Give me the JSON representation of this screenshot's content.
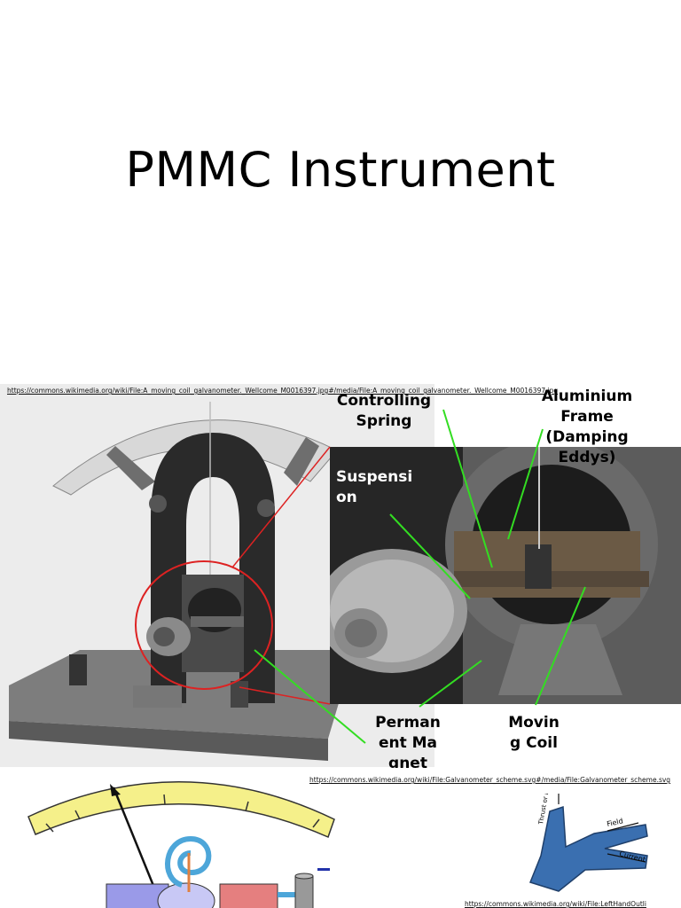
{
  "slide": {
    "title": "PMMC Instrument"
  },
  "sources": {
    "galvanometer_photo": "https://commons.wikimedia.org/wiki/File:A_moving_coil_galvanometer._Wellcome_M0016397.jpg#/media/File:A_moving_coil_galvanometer._Wellcome_M0016397.jpg",
    "scheme": "https://commons.wikimedia.org/wiki/File:Galvanometer_scheme.svg#/media/File:Galvanometer_scheme.svg",
    "left_hand": "https://commons.wikimedia.org/wiki/File:LeftHandOutli"
  },
  "labels": {
    "controlling_spring": "Controlling Spring",
    "aluminium_frame": "Aluminium Frame (Damping Eddys)",
    "suspension": "Suspension",
    "permanent_magnet": "Permanent Magnet",
    "moving_coil": "Moving Coil"
  },
  "hand_labels": {
    "thrust": "Thrust or Motion",
    "field": "Field",
    "current": "Current"
  },
  "colors": {
    "pointer_line": "#33dd22",
    "magnify_circle": "#dd2222",
    "scale_yellow": "#f5f08a",
    "magnet_red": "#e57f7f",
    "magnet_blue": "#9a9ae8",
    "hand_blue": "#3a6fb0"
  }
}
